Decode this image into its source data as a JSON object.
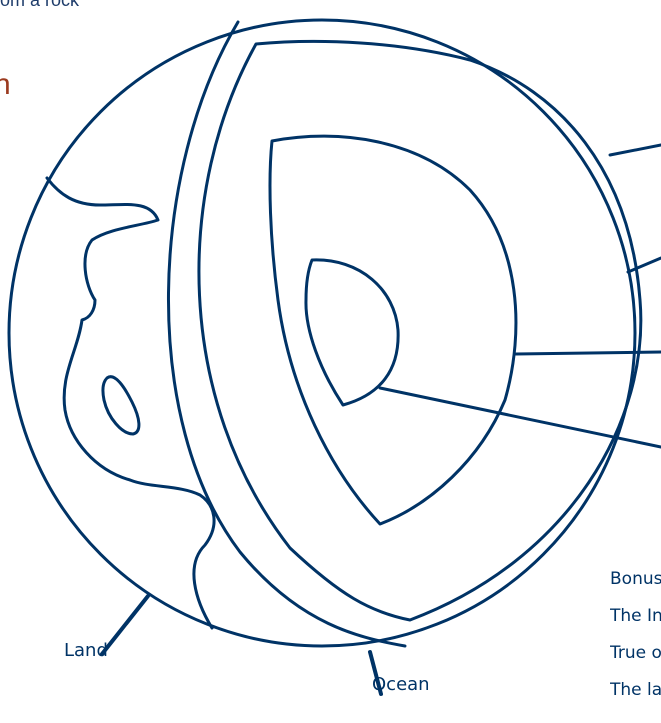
{
  "colors": {
    "stroke": "#003366",
    "accent": "#9b3a1f",
    "background": "#ffffff"
  },
  "fragments": {
    "top_text": "om a rock",
    "side_text": "n"
  },
  "labels": {
    "land": "Land",
    "ocean": "Ocean"
  },
  "right_column": {
    "lines": [
      "Bonus",
      "The In",
      "True o",
      "The la"
    ]
  }
}
